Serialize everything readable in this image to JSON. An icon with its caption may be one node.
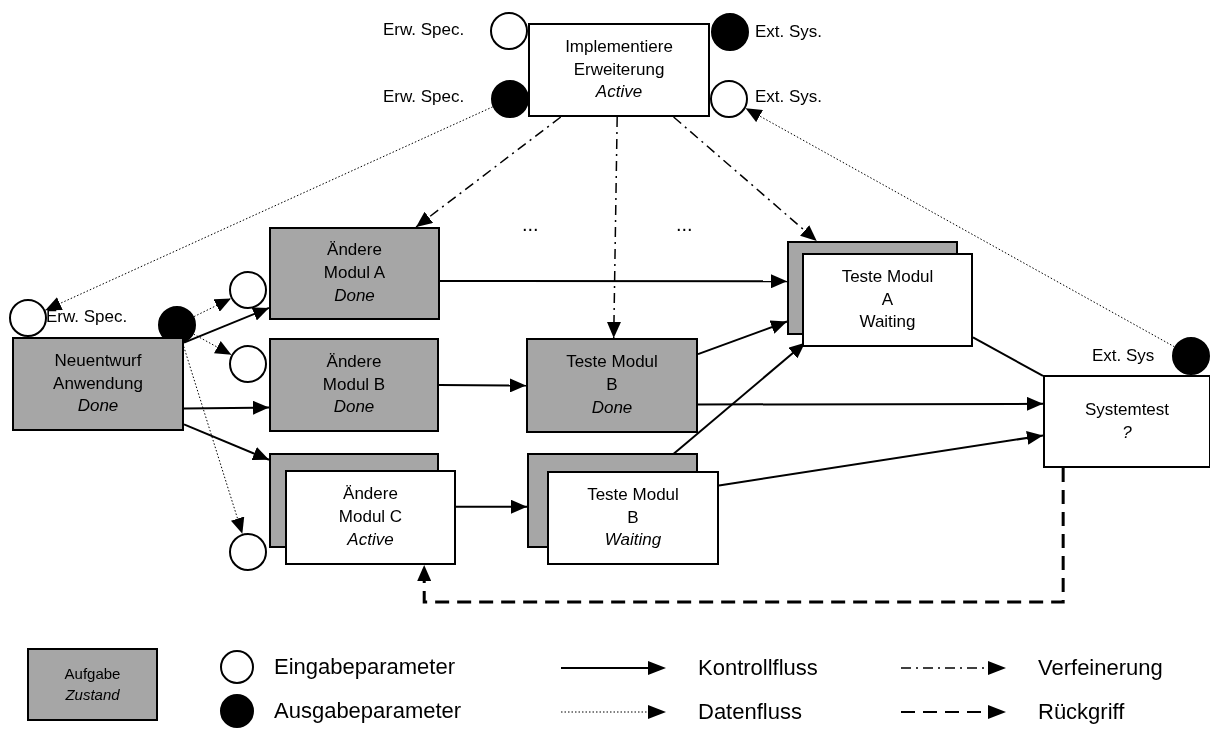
{
  "diagram": {
    "nodes": [
      {
        "text": [
          "Implementiere Erweiterung",
          "Active"
        ]
      },
      {
        "text": [],
        "shape": "circle",
        "beside": [
          "Erw. Spec."
        ]
      },
      {
        "text": [],
        "shape": "circle",
        "beside": [
          "Erw. Spec."
        ]
      },
      {
        "text": [],
        "shape": "circle",
        "beside": [
          "Ext. Sys."
        ]
      },
      {
        "text": [],
        "shape": "circle",
        "beside": [
          "Ext. Sys."
        ]
      },
      {
        "text": [],
        "shape": "circle",
        "beside": [
          "Erw. Spec."
        ]
      },
      {
        "text": [],
        "shape": "circle"
      },
      {
        "text": [
          "Neuentwurf Anwendung",
          "Done"
        ]
      },
      {
        "text": [],
        "shape": "circle"
      },
      {
        "text": [
          "Ändere Modul A",
          "Done"
        ]
      },
      {
        "text": [],
        "shape": "circle"
      },
      {
        "text": [
          "Ändere Modul B",
          "Done"
        ]
      },
      {
        "text": [],
        "shape": "circle"
      },
      {
        "text": [
          "Ändere Modul C",
          "Active"
        ]
      },
      {
        "text": [
          "Teste Modul B",
          "Done"
        ]
      },
      {
        "text": [
          "Teste Modul B",
          "Waiting"
        ]
      },
      {
        "text": [
          "Teste Modul A",
          "Waiting"
        ]
      },
      {
        "text": [
          "Systemtest",
          "?"
        ]
      },
      {
        "text": [],
        "shape": "circle",
        "beside": [
          "Ext. Sys"
        ]
      },
      {
        "text": [
          "Aufgabe",
          "Zustand"
        ]
      }
    ],
    "edges": [
      {
        "from": 2,
        "to": 5,
        "arrow": "to",
        "style": "dashed"
      },
      {
        "from": 18,
        "to": 4,
        "arrow": "to",
        "style": "dashed"
      },
      {
        "from": 6,
        "to": 8,
        "arrow": "to",
        "style": "dashed"
      },
      {
        "from": 6,
        "to": 10,
        "arrow": "to",
        "style": "dashed"
      },
      {
        "from": 6,
        "to": 12,
        "arrow": "to",
        "style": "dashed"
      },
      {
        "from": 7,
        "to": 9,
        "arrow": "to"
      },
      {
        "from": 7,
        "to": 11,
        "arrow": "to"
      },
      {
        "from": 7,
        "to": 13,
        "arrow": "to"
      },
      {
        "from": 9,
        "to": 16,
        "arrow": "to"
      },
      {
        "from": 11,
        "to": 14,
        "arrow": "to"
      },
      {
        "from": 13,
        "to": 15,
        "arrow": "to"
      },
      {
        "from": 14,
        "to": 16,
        "arrow": "to"
      },
      {
        "from": 15,
        "to": 16,
        "arrow": "to"
      },
      {
        "from": 14,
        "to": 17,
        "arrow": "to"
      },
      {
        "from": 15,
        "to": 17,
        "arrow": "to"
      },
      {
        "from": 16,
        "to": 17,
        "arrow": "none"
      },
      {
        "from": 0,
        "to": 9,
        "arrow": "to",
        "style": "dashed"
      },
      {
        "from": 0,
        "to": 14,
        "arrow": "to",
        "style": "dashed"
      },
      {
        "from": 0,
        "to": 16,
        "arrow": "to",
        "style": "dashed"
      },
      {
        "from": 17,
        "to": 13,
        "arrow": "to",
        "style": "dashed"
      }
    ],
    "labels": [
      "...",
      "..."
    ],
    "legend": [
      {
        "text": "Eingabeparameter",
        "color": "#ffffff"
      },
      {
        "text": "Kontrollfluss"
      },
      {
        "text": "Verfeinerung"
      },
      {
        "text": "Ausgabeparameter",
        "color": "#000000"
      },
      {
        "text": "Datenfluss"
      },
      {
        "text": "Rückgriff"
      }
    ]
  }
}
